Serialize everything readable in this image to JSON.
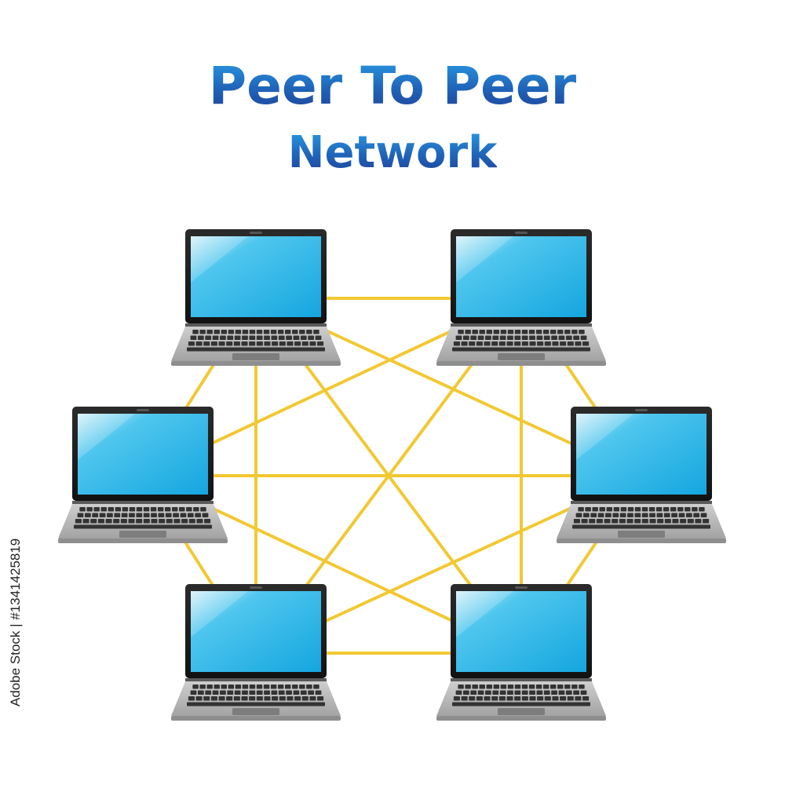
{
  "title": {
    "line1": "Peer To Peer",
    "line2": "Network"
  },
  "stock_id": "Adobe Stock | #1341425819",
  "colors": {
    "title_light": "#2a9fe6",
    "title_dark": "#1f3f96",
    "connection": "#f2c832",
    "screen": "#1cb0e6",
    "bezel": "#1c1c1c",
    "chassis": "#a9a9a9",
    "keyboard": "#333333"
  },
  "nodes": [
    {
      "id": "laptop-top-left",
      "icon": "laptop-icon"
    },
    {
      "id": "laptop-top-right",
      "icon": "laptop-icon"
    },
    {
      "id": "laptop-middle-right",
      "icon": "laptop-icon"
    },
    {
      "id": "laptop-bottom-right",
      "icon": "laptop-icon"
    },
    {
      "id": "laptop-bottom-left",
      "icon": "laptop-icon"
    },
    {
      "id": "laptop-middle-left",
      "icon": "laptop-icon"
    }
  ],
  "connections": "full-mesh"
}
